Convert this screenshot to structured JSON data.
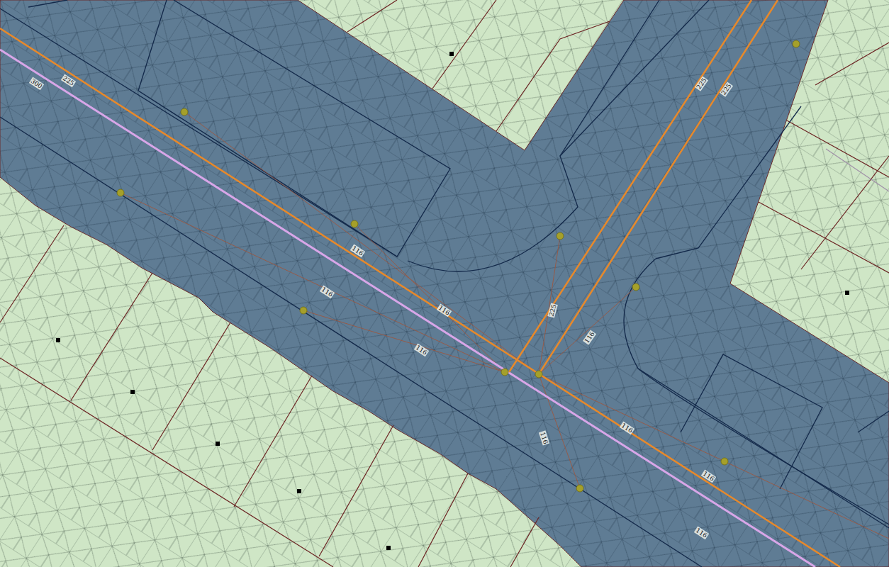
{
  "diagram": {
    "labels": [
      "300",
      "225",
      "225",
      "225",
      "116",
      "116",
      "116",
      "116",
      "225",
      "116",
      "116",
      "116",
      "116",
      "116"
    ]
  }
}
